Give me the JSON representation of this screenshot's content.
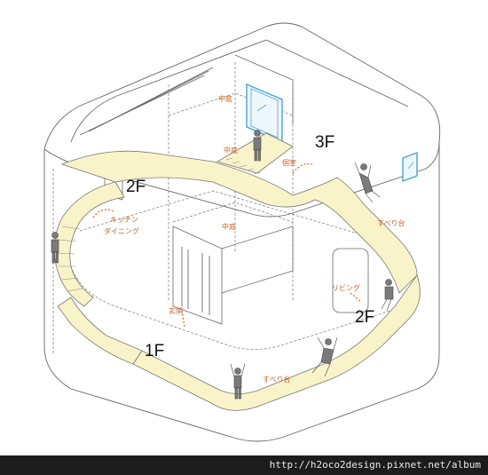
{
  "floors": {
    "f1": "1F",
    "f2_upper": "2F",
    "f2_lower": "2F",
    "f3": "3F"
  },
  "rooms": {
    "courtyard_top": "中庭",
    "courtyard_mid": "中庭",
    "courtyard_low": "中庭",
    "bedroom": "個室",
    "kitchen": "キッチン",
    "dining": "ダイニング",
    "living": "リビング",
    "entrance": "玄関",
    "slide_upper": "すべり台",
    "slide_lower": "すべり台"
  },
  "footer": {
    "url": "http://h2oco2design.pixnet.net/album"
  },
  "colors": {
    "slide_fill": "#f8f3c8",
    "line": "#555555",
    "glass": "#4aa3d8",
    "label": "#c8622a",
    "footer_bg": "#1c1c1c"
  }
}
